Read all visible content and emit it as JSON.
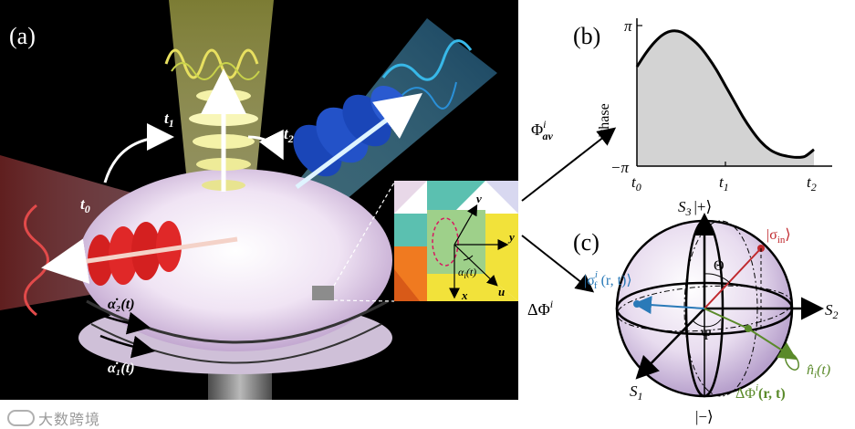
{
  "panel_a": {
    "label": "(a)",
    "time_labels": [
      "t",
      "0",
      "t",
      "1",
      "t",
      "2"
    ],
    "alpha2": "α̇₂(t)",
    "alpha1": "α̇₁(t)",
    "inset": {
      "v": "v",
      "y": "y",
      "x": "x",
      "u": "u",
      "alpha_i": "α",
      "alpha_sub": "i",
      "alpha_arg": "(t)"
    }
  },
  "arrows": {
    "phi_av": "Φ",
    "phi_av_sup": "i",
    "phi_av_sub": "av",
    "dphi": "ΔΦ",
    "dphi_sup": "i"
  },
  "panel_b": {
    "label": "(b)",
    "ylabel": "Phase",
    "ytick_top": "π",
    "ytick_bottom": "−π",
    "xticks": [
      "t",
      "0",
      "t",
      "1",
      "t",
      "2"
    ]
  },
  "panel_c": {
    "label": "(c)",
    "s3": "S",
    "s3_sub": "3",
    "ket_plus": "|+⟩",
    "sigma_in": "|σ",
    "sigma_in_sub": "in",
    "sigma_in_close": "⟩",
    "theta": "Θ",
    "sigma_f": "|σ",
    "sigma_f_sup": "i",
    "sigma_f_sub": "f",
    "sigma_f_arg": " (r, t)⟩",
    "s2": "S",
    "s2_sub": "2",
    "psi": "Ψ",
    "n_hat": "n̂",
    "n_sub": "i",
    "n_arg": "(t)",
    "dphi_r": "ΔΦ",
    "dphi_r_sup": "i",
    "dphi_r_arg": "(r, t)",
    "s1": "S",
    "s1_sub": "1",
    "ket_minus": "|−⟩"
  },
  "chart_data": {
    "type": "area",
    "title": "",
    "xlabel": "",
    "ylabel": "Phase",
    "x_ticks": [
      "t0",
      "t1",
      "t2"
    ],
    "y_ticks": [
      "−π",
      "π"
    ],
    "ylim": [
      -3.1416,
      3.1416
    ],
    "x": [
      0.0,
      0.1,
      0.2,
      0.3,
      0.4,
      0.5,
      0.6,
      0.7,
      0.8,
      0.9,
      1.0,
      1.1,
      1.2,
      1.3,
      1.4,
      1.5,
      1.6,
      1.7,
      1.8,
      1.9,
      2.0
    ],
    "values": [
      1.3,
      1.9,
      2.4,
      2.75,
      2.9,
      2.85,
      2.6,
      2.25,
      1.75,
      1.15,
      0.45,
      -0.25,
      -0.95,
      -1.55,
      -2.05,
      -2.4,
      -2.6,
      -2.7,
      -2.75,
      -2.7,
      -2.4
    ]
  },
  "watermark": "大数跨境",
  "colors": {
    "fill_b": "#d3d3d3",
    "sigma_in": "#c0282d",
    "sigma_f": "#2a7ab8",
    "dphi": "#5a8a2a",
    "sphere": "#d9c8e6"
  }
}
